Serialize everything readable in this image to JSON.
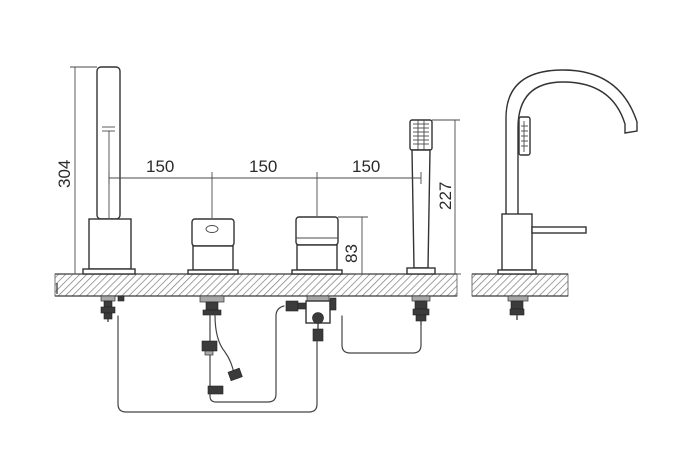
{
  "dimensions": {
    "spacing_1": "150",
    "spacing_2": "150",
    "spacing_3": "150",
    "spout_height": "304",
    "handshower_height": "227",
    "valve_height": "83"
  },
  "colors": {
    "line": "#3a3a3a",
    "deck_hatch": "#7a7a7a",
    "fitting_dark": "#3b3b3b"
  }
}
